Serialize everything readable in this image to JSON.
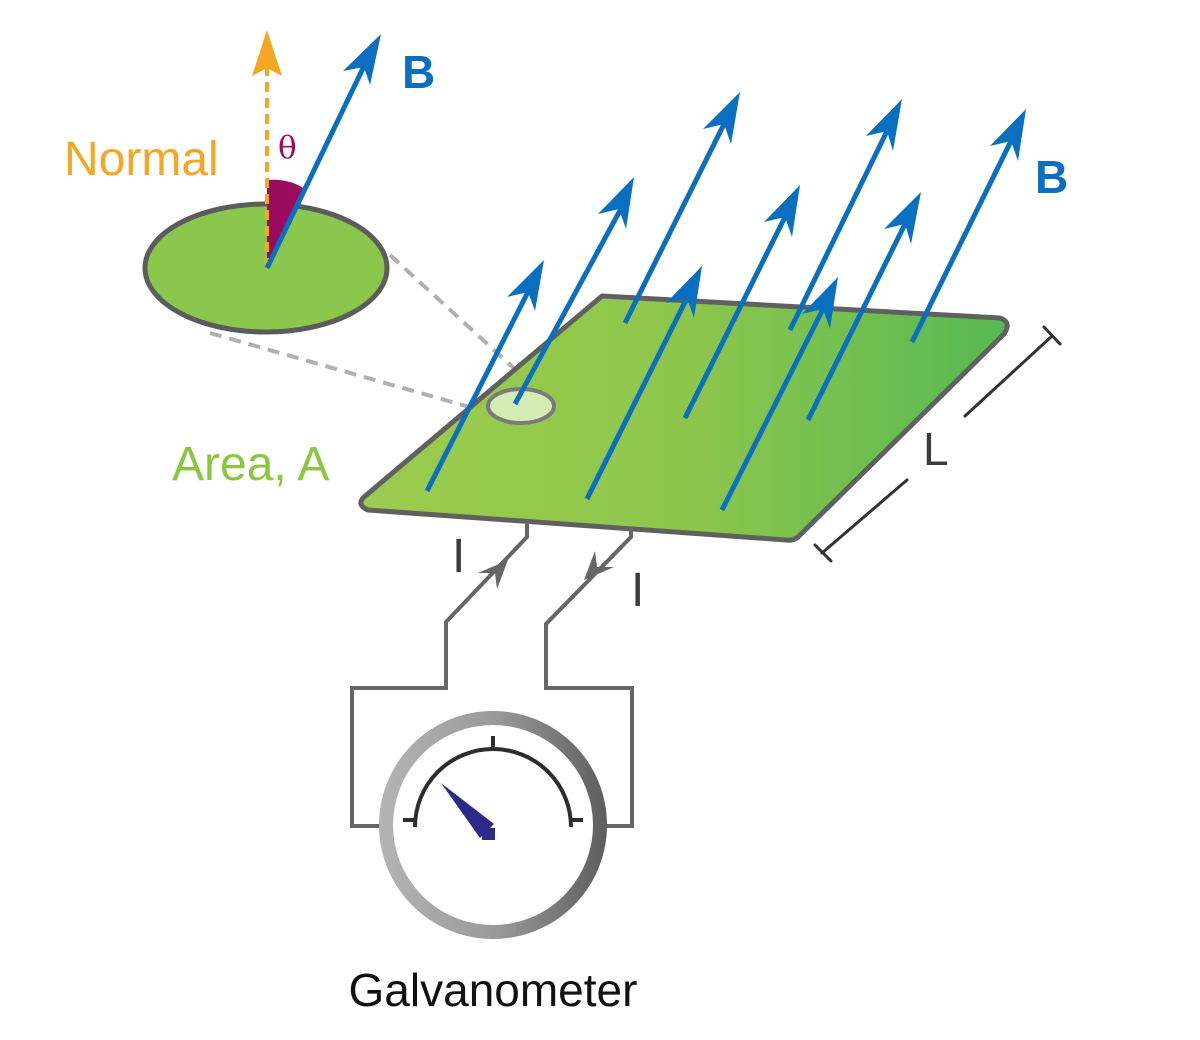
{
  "labels": {
    "normal": "Normal",
    "theta": "θ",
    "b_top": "B",
    "b_right": "B",
    "area": "Area, A",
    "length": "L",
    "current_left": "I",
    "current_right": "I",
    "galvanometer": "Galvanometer"
  },
  "colors": {
    "field_arrow": "#0a6fc0",
    "normal_arrow": "#f5a623",
    "normal_text": "#f5a623",
    "theta_wedge": "#9a0a5e",
    "theta_text": "#9a0a5e",
    "area_text": "#8cc63f",
    "plate_light": "#9ccc4f",
    "plate_dark": "#58b954",
    "outline": "#606060",
    "wire": "#666666",
    "needle": "#2e2a8a",
    "label_dark": "#3c3c3c"
  },
  "icons": {
    "field_arrow": "arrow-up-right-icon",
    "normal_arrow": "dashed-arrow-up-icon",
    "meter": "galvanometer-dial-icon"
  }
}
